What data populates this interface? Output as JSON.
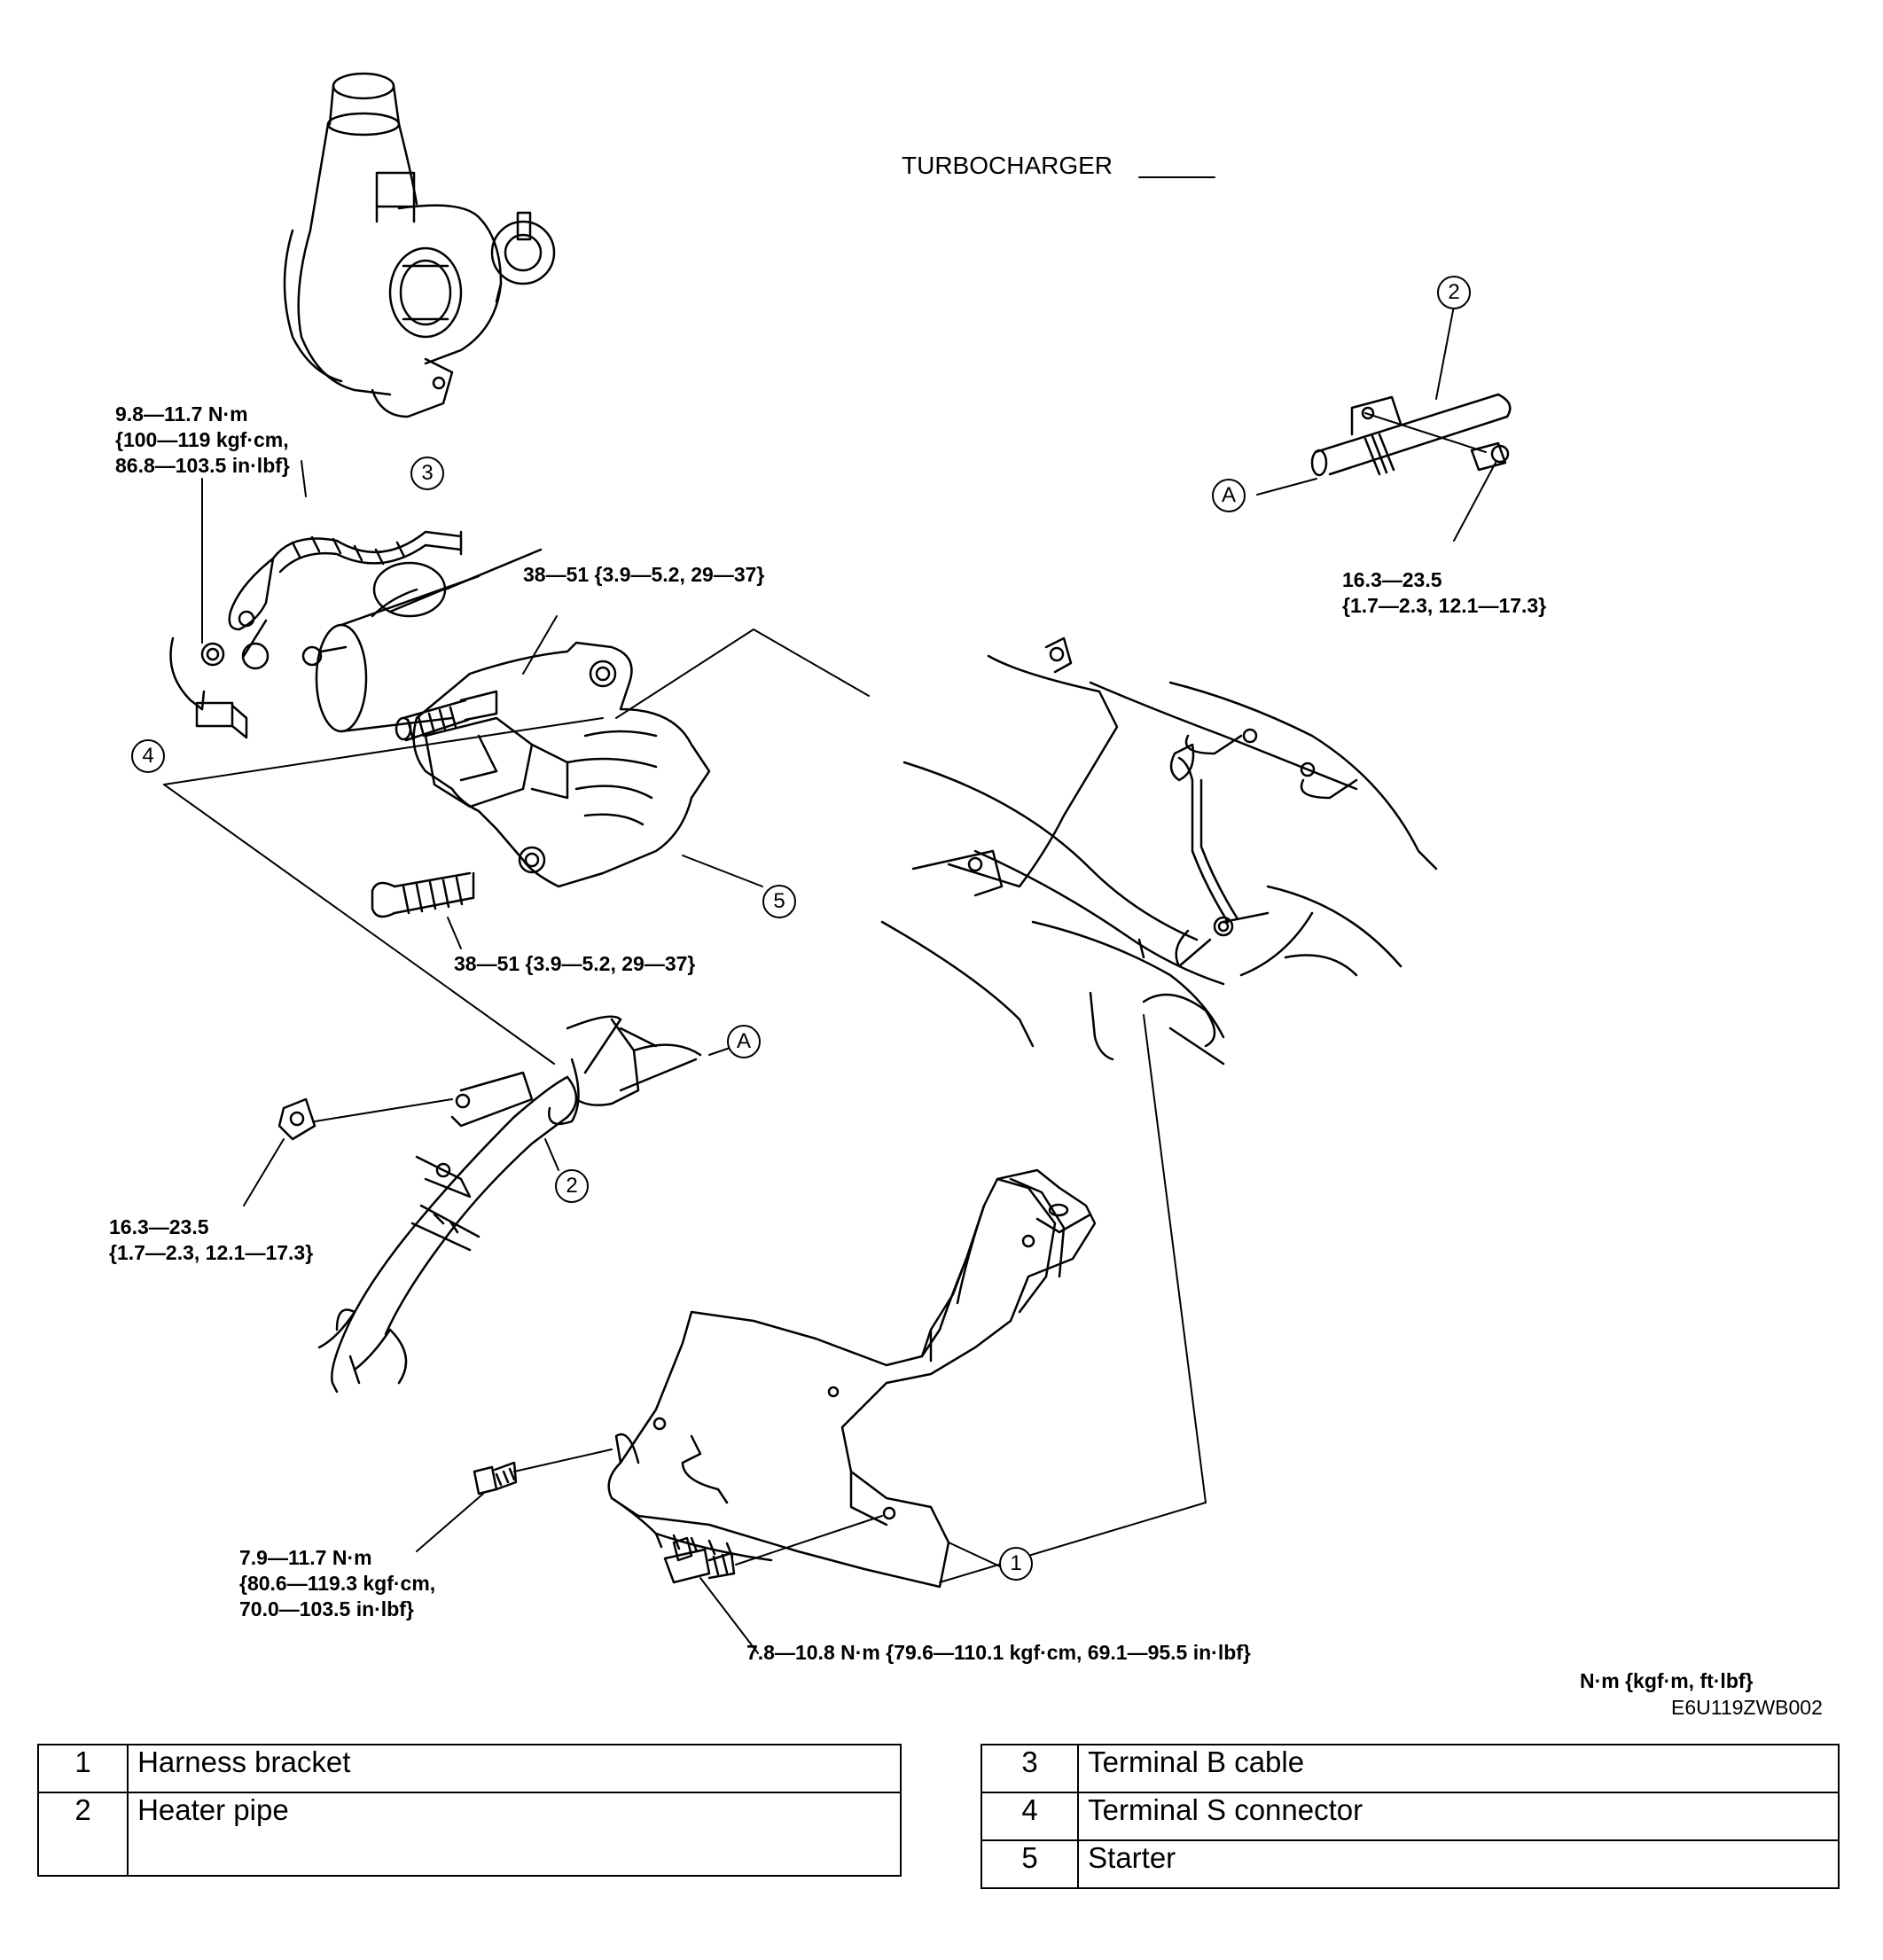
{
  "labels": {
    "turbocharger": "TURBOCHARGER",
    "torque_terminal_b_nut": "9.8—11.7 N·m\n{100—119 kgf·cm,\n86.8—103.5 in·lbf}",
    "torque_starter_upper": "38—51 {3.9—5.2, 29—37}",
    "torque_starter_lower": "38—51 {3.9—5.2, 29—37}",
    "torque_pipe_bolt_turbo": "16.3—23.5\n{1.7—2.3, 12.1—17.3}",
    "torque_pipe_nut_lower": "16.3—23.5\n{1.7—2.3, 12.1—17.3}",
    "torque_bracket_bolt_upper": "7.9—11.7 N·m\n{80.6—119.3 kgf·cm,\n70.0—103.5 in·lbf}",
    "torque_bracket_bolt_lower": "7.8—10.8 N·m {79.6—110.1 kgf·cm, 69.1—95.5 in·lbf}",
    "units": "N·m {kgf·m, ft·lbf}",
    "figure_code": "E6U119ZWB002"
  },
  "callouts": {
    "c1": "1",
    "c2_turbo": "2",
    "c2_lower": "2",
    "c3": "3",
    "c4": "4",
    "c5": "5",
    "a_turbo": "A",
    "a_lower": "A"
  },
  "parts_left": [
    {
      "num": "1",
      "name": "Harness bracket"
    },
    {
      "num": "2",
      "name": "Heater pipe"
    }
  ],
  "parts_right": [
    {
      "num": "3",
      "name": "Terminal B cable"
    },
    {
      "num": "4",
      "name": "Terminal S connector"
    },
    {
      "num": "5",
      "name": "Starter"
    }
  ]
}
